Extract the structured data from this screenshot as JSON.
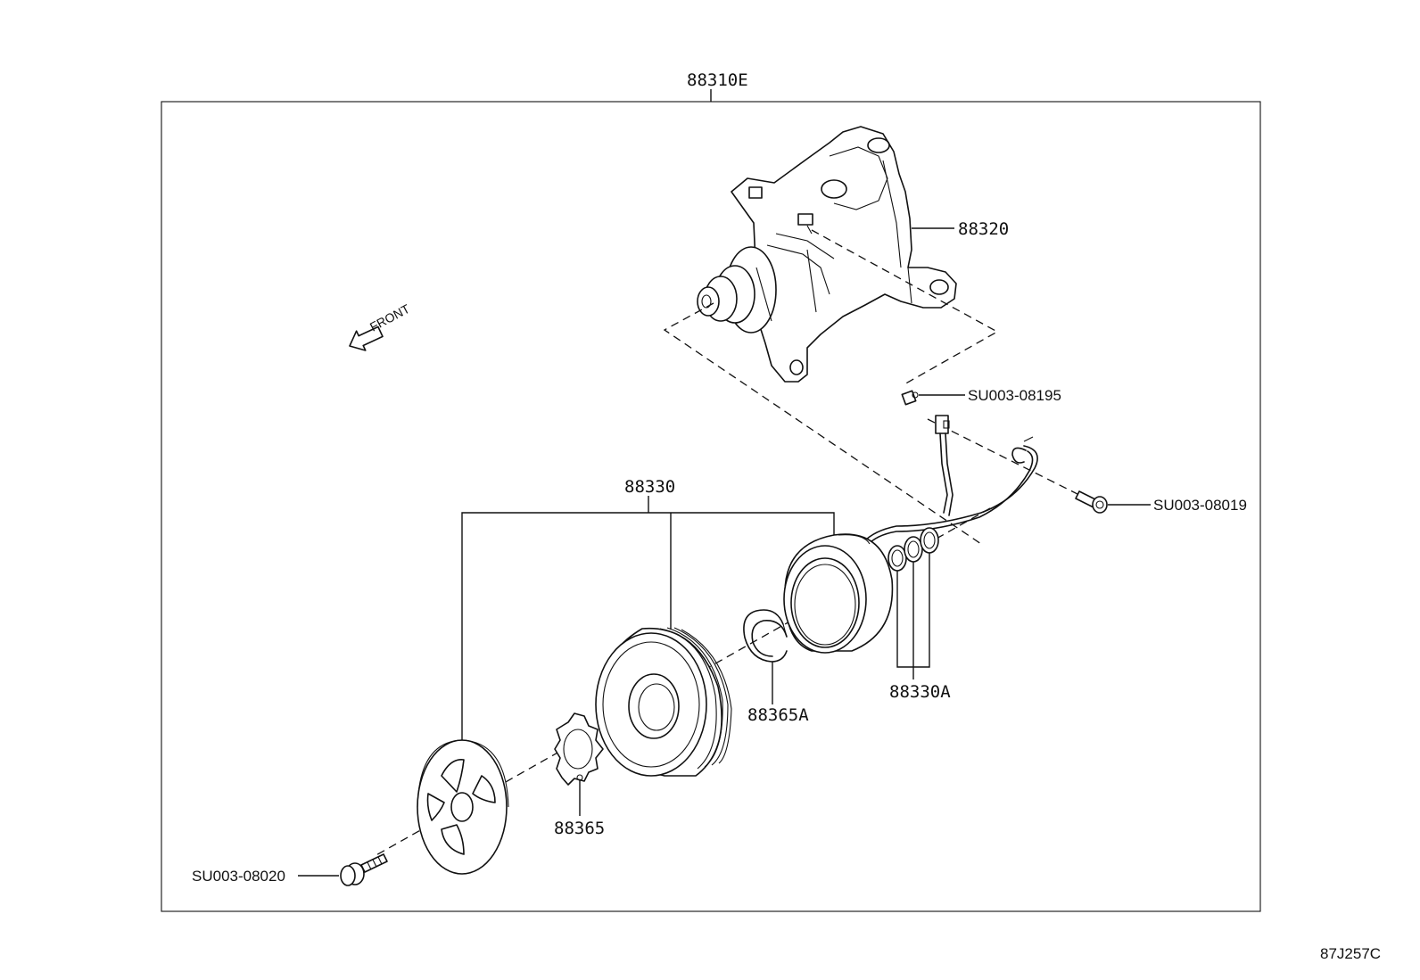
{
  "diagram": {
    "assembly_label": "88310E",
    "front_label": "FRONT",
    "reference_code": "87J257C",
    "parts": {
      "compressor": "88320",
      "clutch_assembly": "88330",
      "shim_set": "88330A",
      "snap_ring_outer": "88365A",
      "snap_ring_inner": "88365",
      "bolt_center": "SU003-08020",
      "bolt_wire": "SU003-08019",
      "clip_connector": "SU003-08195"
    }
  }
}
